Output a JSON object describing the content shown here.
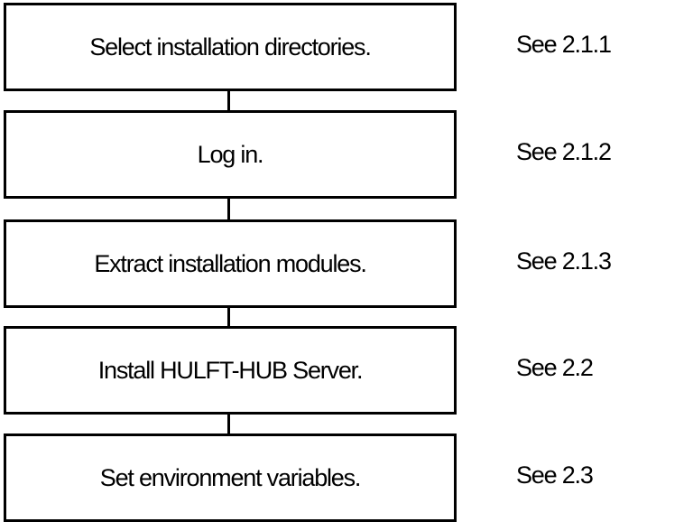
{
  "steps": [
    {
      "label": "Select installation directories.",
      "ref": "See 2.1.1"
    },
    {
      "label": "Log in.",
      "ref": "See 2.1.2"
    },
    {
      "label": "Extract installation modules.",
      "ref": "See 2.1.3"
    },
    {
      "label": "Install HULFT-HUB Server.",
      "ref": "See 2.2"
    },
    {
      "label": "Set environment variables.",
      "ref": "See 2.3"
    }
  ]
}
